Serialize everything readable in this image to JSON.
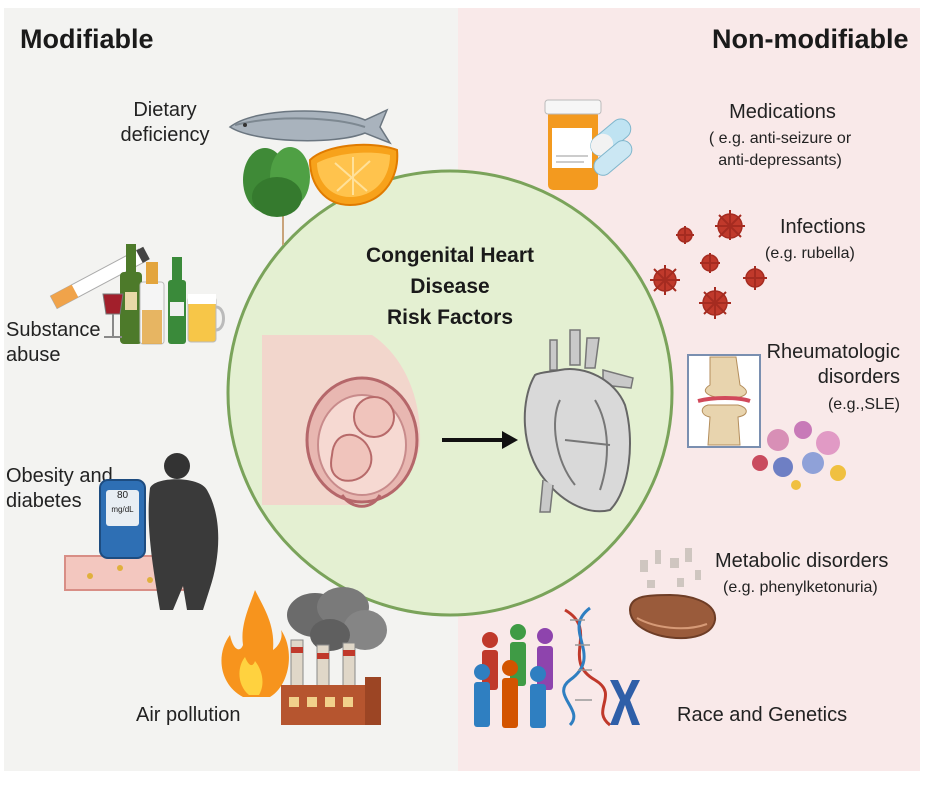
{
  "left": {
    "heading": "Modifiable",
    "items": [
      {
        "line1": "Dietary",
        "line2": "deficiency",
        "icon": "food-icon"
      },
      {
        "line1": "Substance",
        "line2": "abuse",
        "icon": "alcohol-cigarette-icon"
      },
      {
        "line1": "Obesity and",
        "line2": "diabetes",
        "icon": "obesity-glucometer-icon"
      },
      {
        "line1": "Air pollution",
        "icon": "factory-fire-icon"
      }
    ]
  },
  "right": {
    "heading": "Non-modifiable",
    "items": [
      {
        "title": "Medications",
        "sub1": "( e.g. anti-seizure or",
        "sub2": "anti-depressants)",
        "icon": "pills-icon"
      },
      {
        "title": "Infections",
        "sub1": "(e.g. rubella)",
        "icon": "virus-icon"
      },
      {
        "title1": "Rheumatologic",
        "title2": "disorders",
        "sub1": "(e.g.,SLE)",
        "icon": "joint-cells-icon"
      },
      {
        "title": "Metabolic disorders",
        "sub1": "(e.g. phenylketonuria)",
        "icon": "mitochondria-icon"
      },
      {
        "title": "Race and Genetics",
        "icon": "people-dna-icon"
      }
    ]
  },
  "center": {
    "title_line1": "Congenital Heart",
    "title_line2": "Disease",
    "title_line3": "Risk Factors",
    "icons": [
      "pregnancy-icon",
      "arrow-icon",
      "heart-icon"
    ]
  },
  "glucometer": {
    "value": "80",
    "unit": "mg/dL"
  },
  "colors": {
    "left_bg": "#f3f3f1",
    "right_bg": "#f9e9e9",
    "circle_fill": "#e4f0d2",
    "circle_stroke": "#7aa35a"
  }
}
